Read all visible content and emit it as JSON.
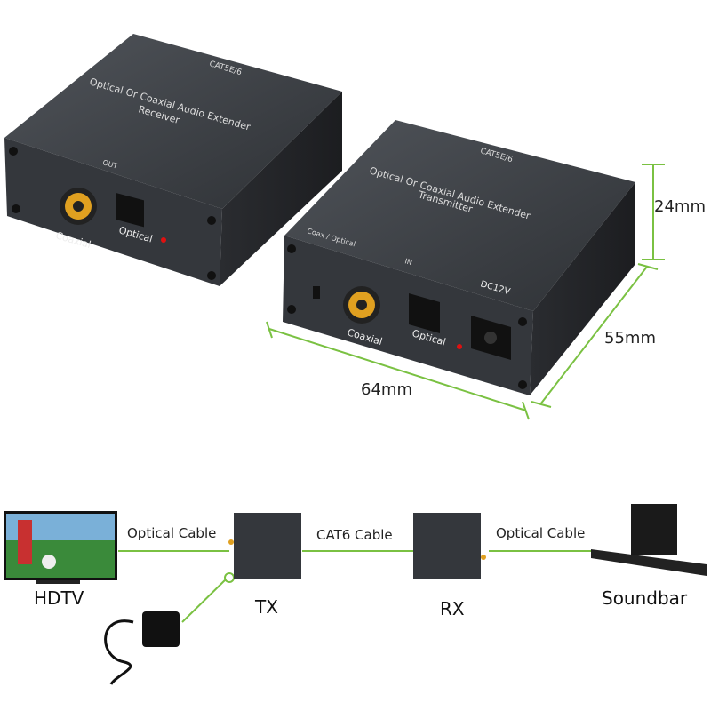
{
  "receiver": {
    "brand_line": "CAT5E/6",
    "title": "Optical Or Coaxial Audio Extender",
    "subtitle": "Receiver",
    "port_group": "OUT",
    "coax_label": "Coaxial",
    "optical_label": "Optical"
  },
  "transmitter": {
    "brand_line": "CAT5E/6",
    "title": "Optical Or Coaxial Audio Extender",
    "subtitle": "Transmitter",
    "switch_label": "Coax / Optical",
    "port_group": "IN",
    "coax_label": "Coaxial",
    "optical_label": "Optical",
    "power_label": "DC12V"
  },
  "dimensions": {
    "height": "24mm",
    "depth": "55mm",
    "width": "64mm"
  },
  "diagram": {
    "source": "HDTV",
    "tx": "TX",
    "rx": "RX",
    "sink": "Soundbar",
    "cable_1": "Optical Cable",
    "cable_2": "CAT6 Cable",
    "cable_3": "Optical Cable"
  },
  "colors": {
    "accent_green": "#7ac142",
    "device_body": "#3a3d42",
    "led": "#e01010",
    "rca_gold": "#e0a020"
  }
}
